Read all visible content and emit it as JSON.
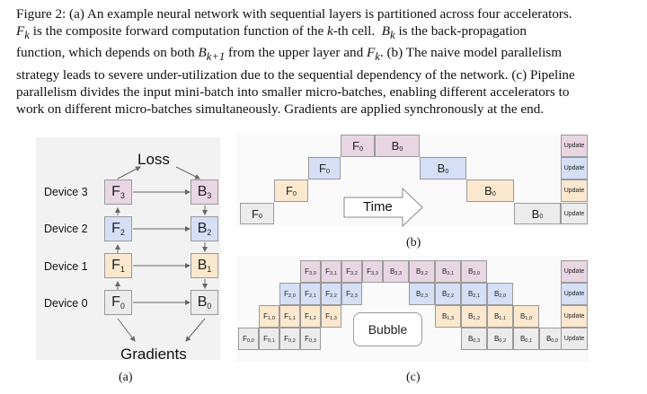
{
  "caption": {
    "lines": [
      "Figure 2: (a) An example neural network with sequential layers is partitioned across four accelerators.",
      "F_k is the composite forward computation function of the k-th cell.  B_k is the back-propagation",
      "function, which depends on both B_{k+1} from the upper layer and F_k. (b) The naive model parallelism",
      "strategy leads to severe under-utilization due to the sequential dependency of the network. (c) Pipeline",
      "parallelism divides the input mini-batch into smaller micro-batches, enabling different accelerators to",
      "work on different micro-batches simultaneously. Gradients are applied synchronously at the end."
    ]
  },
  "panel_a": {
    "loss": "Loss",
    "gradients": "Gradients",
    "label": "(a)",
    "devices": [
      "Device 3",
      "Device 2",
      "Device 1",
      "Device 0"
    ],
    "forward": {
      "letter": "F",
      "subs": [
        "3",
        "2",
        "1",
        "0"
      ]
    },
    "backward": {
      "letter": "B",
      "subs": [
        "3",
        "2",
        "1",
        "0"
      ]
    }
  },
  "panel_b": {
    "label": "(b)",
    "time": "Time",
    "forward": {
      "letter": "F",
      "subs": [
        "0",
        "0",
        "0",
        "0"
      ]
    },
    "backward": {
      "letter": "B",
      "subs": [
        "0",
        "0",
        "0",
        "0"
      ]
    },
    "update": "Update"
  },
  "panel_c": {
    "label": "(c)",
    "bubble": "Bubble",
    "update": "Update",
    "rows": [
      {
        "forward": [
          "3,0",
          "3,1",
          "3,2",
          "3,3"
        ],
        "backward": [
          "3,3",
          "3,2",
          "3,1",
          "3,0"
        ]
      },
      {
        "forward": [
          "2,0",
          "2,1",
          "2,2",
          "2,3"
        ],
        "backward": [
          "2,3",
          "2,2",
          "2,1",
          "2,0"
        ]
      },
      {
        "forward": [
          "1,0",
          "1,1",
          "1,2",
          "1,3"
        ],
        "backward": [
          "1,3",
          "1,2",
          "1,1",
          "1,0"
        ]
      },
      {
        "forward": [
          "0,0",
          "0,1",
          "0,2",
          "0,3"
        ],
        "backward": [
          "0,3",
          "0,2",
          "0,1",
          "0,0"
        ]
      }
    ]
  }
}
